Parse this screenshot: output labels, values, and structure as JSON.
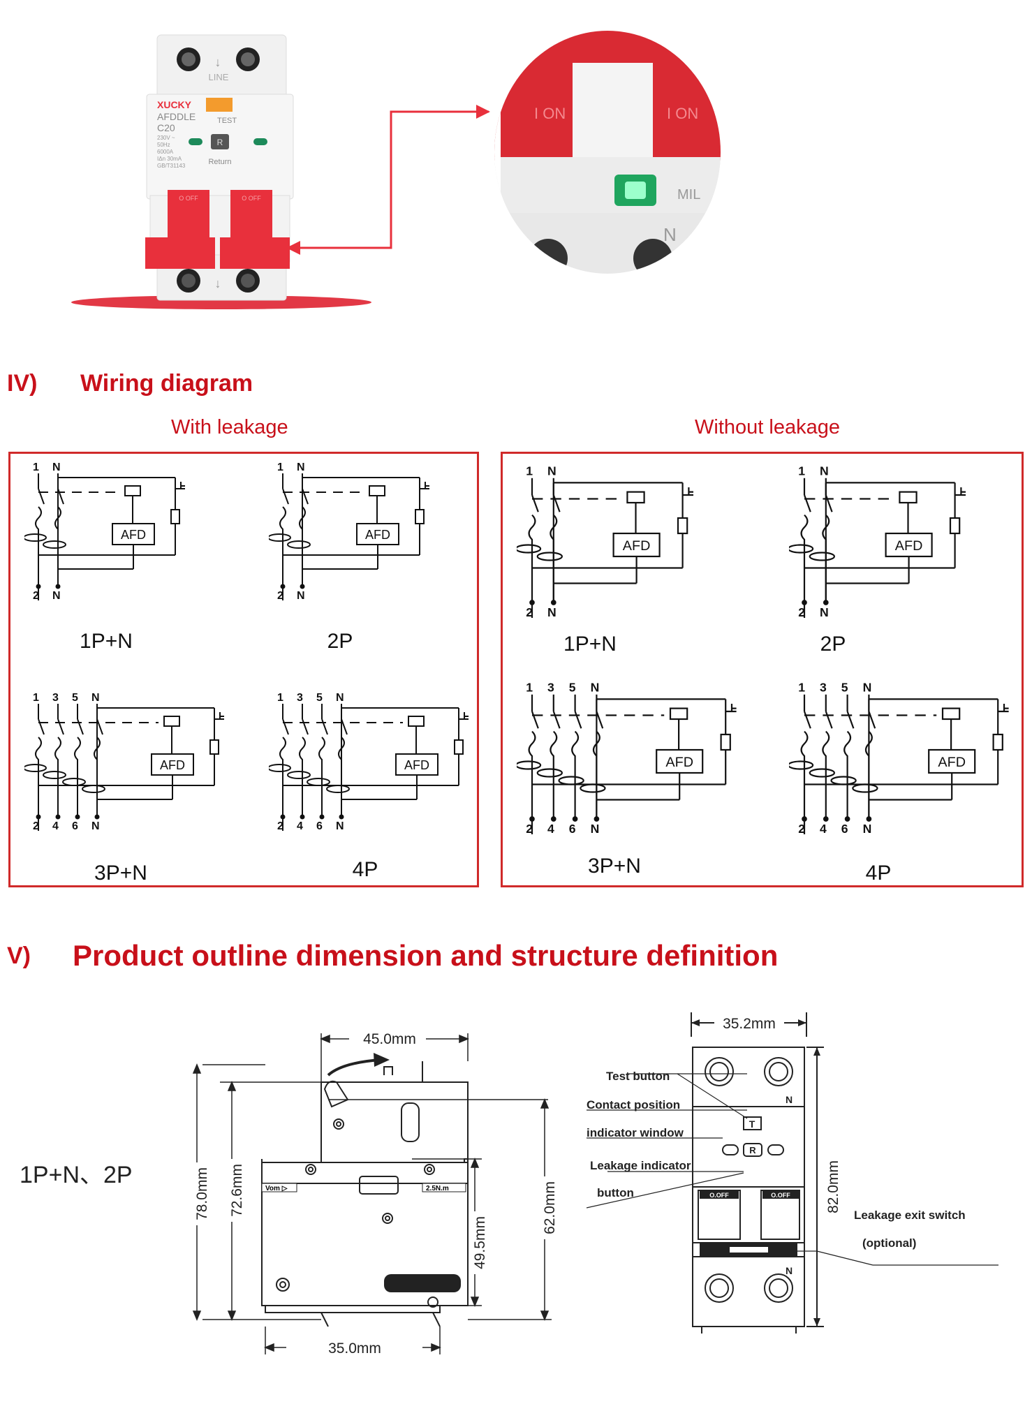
{
  "product": {
    "brand": "XUCKY",
    "model": "AFDDLE",
    "rating": "C20",
    "specs": [
      "230V ~",
      "50Hz",
      "6000A",
      "IΔn 30mA",
      "GB/T31143"
    ],
    "line_label": "LINE",
    "test_label": "TEST",
    "reset_label": "R",
    "return_label": "Return",
    "off_label": "O OFF",
    "zoom_on_label": "I ON",
    "zoom_mil_label": "MIL",
    "zoom_n_label": "N"
  },
  "section_iv": {
    "number": "IV)",
    "title": "Wiring diagram"
  },
  "with_leakage": {
    "heading": "With leakage",
    "diagrams": [
      {
        "label": "1P+N",
        "top_terminals": [
          "1",
          "N"
        ],
        "bottom_terminals": [
          "2",
          "N"
        ],
        "device": "AFD"
      },
      {
        "label": "2P",
        "top_terminals": [
          "1",
          "N"
        ],
        "bottom_terminals": [
          "2",
          "N"
        ],
        "device": "AFD"
      },
      {
        "label": "3P+N",
        "top_terminals": [
          "1",
          "3",
          "5",
          "N"
        ],
        "bottom_terminals": [
          "2",
          "4",
          "6",
          "N"
        ],
        "device": "AFD"
      },
      {
        "label": "4P",
        "top_terminals": [
          "1",
          "3",
          "5",
          "N"
        ],
        "bottom_terminals": [
          "2",
          "4",
          "6",
          "N"
        ],
        "device": "AFD"
      }
    ]
  },
  "without_leakage": {
    "heading": "Without leakage",
    "diagrams": [
      {
        "label": "1P+N",
        "top_terminals": [
          "1",
          "N"
        ],
        "bottom_terminals": [
          "2",
          "N"
        ],
        "device": "AFD"
      },
      {
        "label": "2P",
        "top_terminals": [
          "1",
          "N"
        ],
        "bottom_terminals": [
          "2",
          "N"
        ],
        "device": "AFD"
      },
      {
        "label": "3P+N",
        "top_terminals": [
          "1",
          "3",
          "5",
          "N"
        ],
        "bottom_terminals": [
          "2",
          "4",
          "6",
          "N"
        ],
        "device": "AFD"
      },
      {
        "label": "4P",
        "top_terminals": [
          "1",
          "3",
          "5",
          "N"
        ],
        "bottom_terminals": [
          "2",
          "4",
          "6",
          "N"
        ],
        "device": "AFD"
      }
    ]
  },
  "section_v": {
    "number": "V)",
    "title": "Product outline dimension and structure definition"
  },
  "outline": {
    "model_label": "1P+N、2P",
    "dim_width_top": "45.0mm",
    "dim_width_bottom": "35.0mm",
    "dim_height_total": "78.0mm",
    "dim_height_inner": "72.6mm",
    "dim_height_right": "49.5mm",
    "dim_height_right2": "62.0mm",
    "dim_front_width": "35.2mm",
    "dim_front_height": "82.0mm",
    "callout_test": "Test button",
    "callout_contact_1": "Contact position",
    "callout_contact_2": "indicator window",
    "callout_leak_1": "Leakage indicator",
    "callout_leak_2": "button",
    "callout_exit_1": "Leakage exit switch",
    "callout_exit_2": "(optional)",
    "side_label_left": "Vom ▷",
    "side_label_right": "2.5N.m",
    "front_t": "T",
    "front_r": "R",
    "front_n": "N",
    "front_off": "O.OFF"
  },
  "colors": {
    "accent": "#c8101a",
    "breaker_red": "#e8303c",
    "led_green": "#2ee87a"
  }
}
